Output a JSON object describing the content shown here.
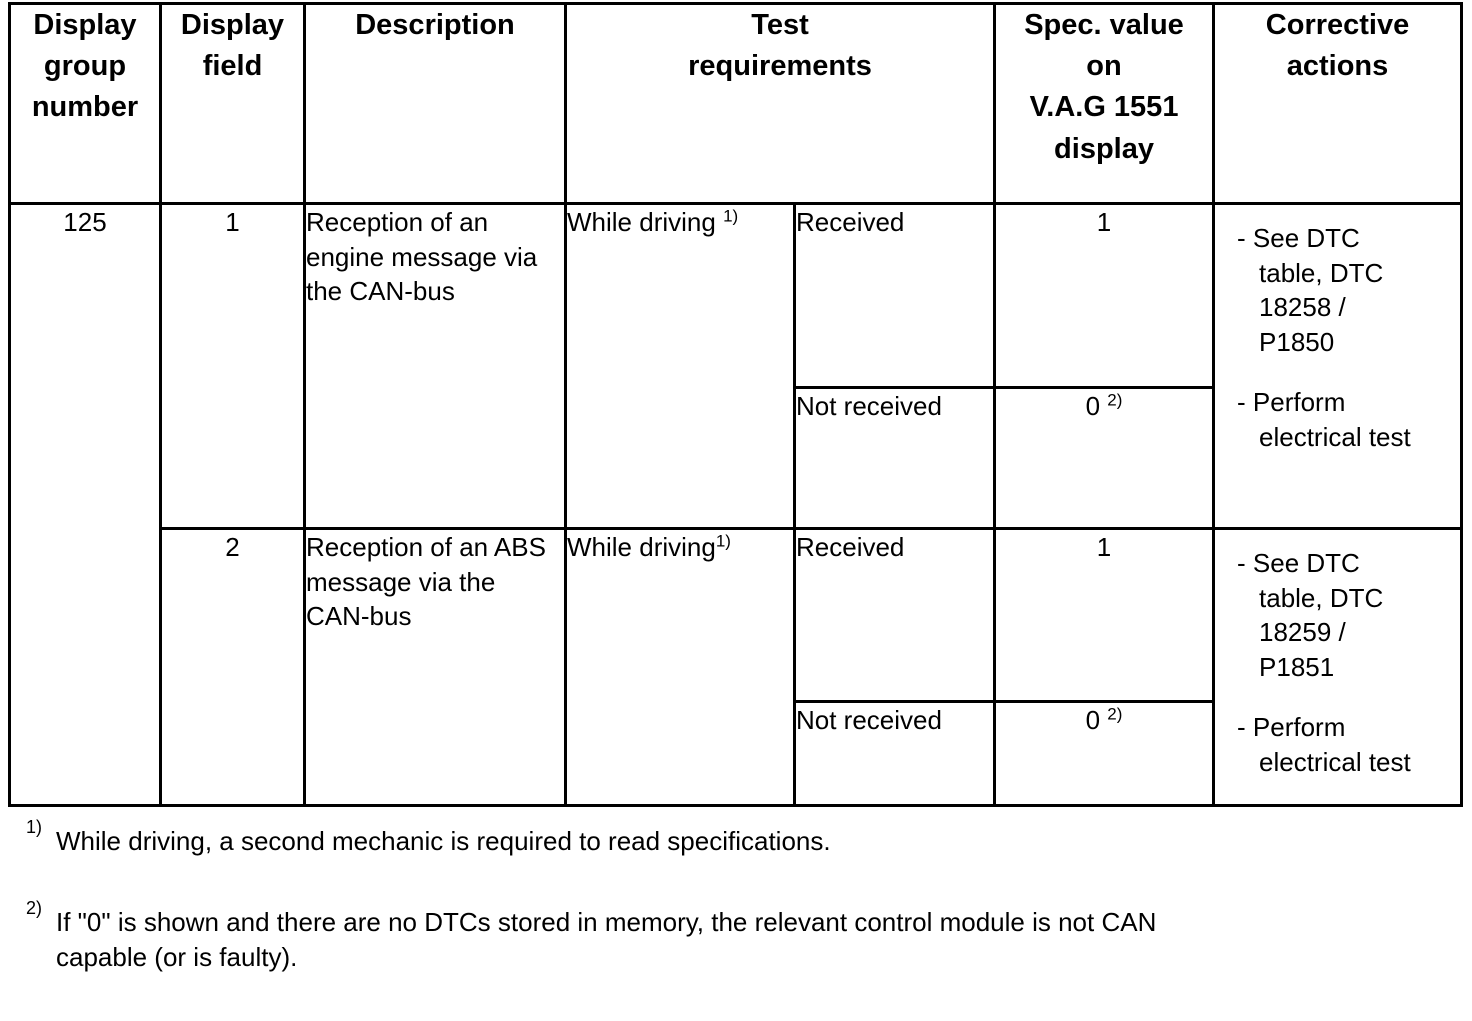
{
  "table": {
    "headers": [
      "Display\ngroup\nnumber",
      "Display\nfield",
      "Description",
      "Test\nrequirements",
      "Spec. value\non\nV.A.G 1551\ndisplay",
      "Corrective\nactions"
    ],
    "display_group_number": "125",
    "rows": [
      {
        "display_field": "1",
        "description": "Reception of an engine message via the CAN-bus",
        "test_requirement": "While driving ",
        "test_requirement_sup": "1)",
        "states": [
          {
            "label": "Received",
            "spec_value": "1",
            "spec_value_sup": ""
          },
          {
            "label": "Not received",
            "spec_value": "0 ",
            "spec_value_sup": "2)"
          }
        ],
        "corrective_actions": [
          "- See DTC\n  table, DTC\n  18258 /\n  P1850",
          "- Perform\n  electrical test"
        ],
        "corrective_action_1_dash": "-",
        "corrective_action_1_text": " See DTC\n  table, DTC\n  18258 /\n  P1850",
        "corrective_action_2_dash": "-",
        "corrective_action_2_text": " Perform\n  electrical test"
      },
      {
        "display_field": "2",
        "description": "Reception of an ABS message via the CAN-bus",
        "test_requirement": "While driving",
        "test_requirement_sup": "1)",
        "states": [
          {
            "label": "Received",
            "spec_value": "1",
            "spec_value_sup": ""
          },
          {
            "label": "Not received",
            "spec_value": "0 ",
            "spec_value_sup": "2)"
          }
        ],
        "corrective_actions": [
          "- See DTC\n  table, DTC\n  18259 /\n  P1851",
          "- Perform\n  electrical test"
        ],
        "corrective_action_1_dash": "-",
        "corrective_action_1_text": " See DTC\n  table, DTC\n  18259 /\n  P1851",
        "corrective_action_2_dash": "-",
        "corrective_action_2_text": " Perform\n  electrical test"
      }
    ]
  },
  "footnotes": [
    {
      "mark": "1)",
      "text": "While driving, a second mechanic is required to read specifications."
    },
    {
      "mark": "2)",
      "text": "If \"0\" is shown and there are no DTCs stored in memory, the relevant control module is not CAN\n  capable (or is faulty)."
    }
  ],
  "colors": {
    "border": "#000000",
    "text": "#000000",
    "background": "#ffffff"
  }
}
